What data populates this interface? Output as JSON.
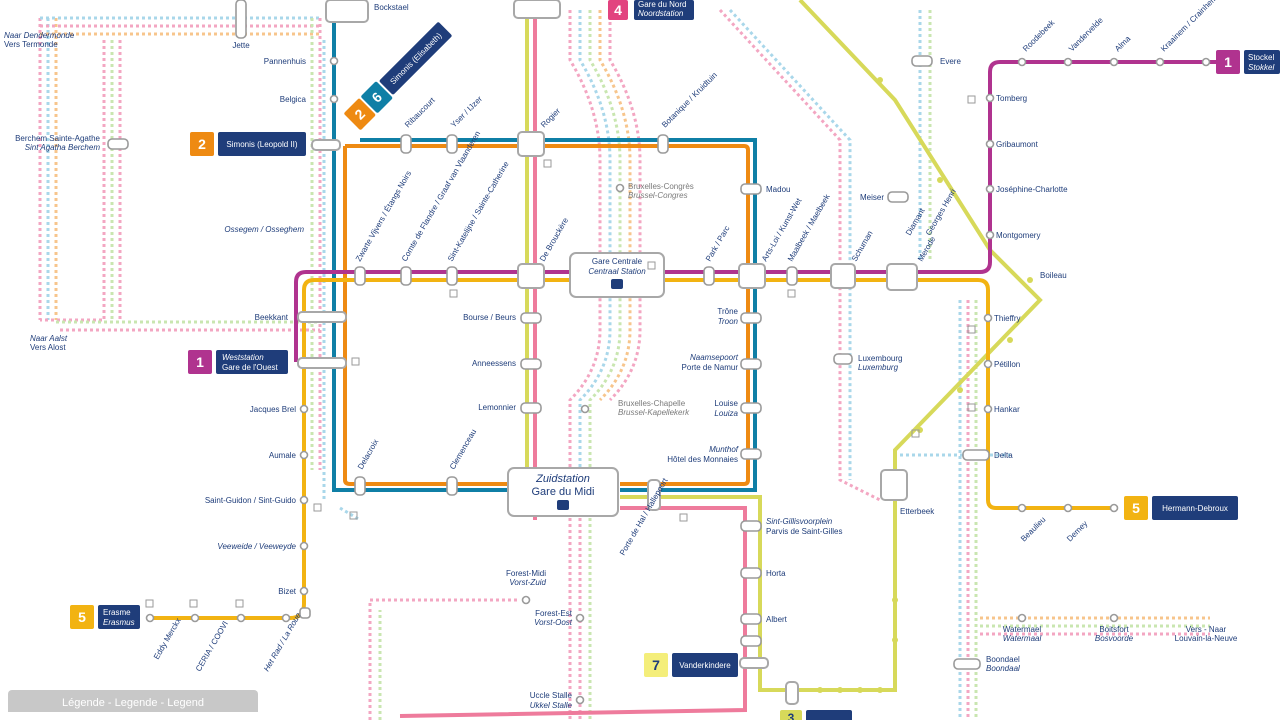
{
  "colors": {
    "line1": "#b0338f",
    "line2": "#ee8a12",
    "line5": "#f2b312",
    "line6": "#0f7fa6",
    "line3_4": "#ee7b9c",
    "tram": "#d7d95a",
    "terminus_bg": "#1f3d7a"
  },
  "icons": {
    "station": "station-marker",
    "rail": "train-icon",
    "accessible": "accessible-icon"
  },
  "badges": {
    "l1_west": "1",
    "l1_east": "1",
    "l2_simonis": "2",
    "l2_elisabeth": "2",
    "l6_elisabeth": "6",
    "l4_nord": "4",
    "l5_east": "5",
    "l5_west": "5",
    "l7": "7",
    "l3": "3"
  },
  "termini": {
    "simonis_leopold": "Simonis (Leopold II)",
    "simonis_elisabeth": "Simonis (Elisabeth)",
    "weststation_1": "Weststation",
    "weststation_2": "Gare de l'Ouest",
    "stockel_1": "Stockel",
    "stockel_2": "Stokkel",
    "hermann": "Hermann-Debroux",
    "erasme_1": "Erasme",
    "erasme_2": "Erasmus",
    "vanderkindere": "Vanderkindere",
    "gare_nord_1": "Gare du Nord",
    "gare_nord_2": "Noordstation"
  },
  "hubs": {
    "zuid_1": "Zuidstation",
    "zuid_2": "Gare du Midi",
    "centrale_1": "Gare Centrale",
    "centrale_2": "Centraal Station"
  },
  "stations": {
    "bockstael": "Bockstael",
    "jette": "Jette",
    "pannenhuis": "Pannenhuis",
    "belgica": "Belgica",
    "ribaucourt": "Ribaucourt",
    "yser": "Yser / IJzer",
    "rogier": "Rogier",
    "botanique": "Botanique / Kruidtuin",
    "madou": "Madou",
    "brux_congres_1": "Bruxelles-Congrès",
    "brux_congres_2": "Brussel-Congres",
    "ossegem": "Ossegem / Osseghem",
    "zwarte": "Zwarte Vijvers / Étangs Noirs",
    "comte": "Comte de Flandre / Graaf van Vlaanderen",
    "catherine": "Sint-Katelijne / Sainte-Catherine",
    "brouckere": "De Brouckère",
    "parc": "Park / Parc",
    "arts": "Arts-Loi / Kunst-Wet",
    "maelbeek": "Maalbeek / Maelbeek",
    "schuman": "Schuman",
    "meiser": "Meiser",
    "diamant": "Diamant",
    "merode": "Merode",
    "georges": "Georges Henri",
    "evere": "Evere",
    "beekkant": "Beekkant",
    "bourse": "Bourse / Beurs",
    "annessens": "Anneessens",
    "lemonnier": "Lemonnier",
    "trone_1": "Trône",
    "trone_2": "Troon",
    "naamse_1": "Naamsepoort",
    "naamse_2": "Porte de Namur",
    "louise_1": "Louise",
    "louise_2": "Louiza",
    "munt_1": "Munthof",
    "munt_2": "Hôtel des Monnaies",
    "brux_chap_1": "Bruxelles-Chapelle",
    "brux_chap_2": "Brussel-Kapellekerk",
    "jacques": "Jacques Brel",
    "aumale": "Aumale",
    "guidon": "Saint-Guidon / Sint-Guido",
    "veeweyde": "Veeweide / Veeweyde",
    "bizet": "Bizet",
    "delacroix": "Delacroix",
    "clemenceau": "Clemenceau",
    "halle": "Porte de Hal / Hallepoort",
    "forest_midi_1": "Forest-Midi",
    "forest_midi_2": "Vorst-Zuid",
    "forest_est_1": "Forest-Est",
    "forest_est_2": "Vorst-Oost",
    "uccle_1": "Uccle Stalle",
    "uccle_2": "Ukkel Stalle",
    "gilles_1": "Sint-Gillisvoorplein",
    "gilles_2": "Parvis de Saint-Gilles",
    "horta": "Horta",
    "albert": "Albert",
    "berchem_1": "Berchem Sainte-Agathe",
    "berchem_2": "Sint Agatha Berchem",
    "dendermonde_1": "Naar Dendermonde",
    "dendermonde_2": "Vers Termonde",
    "aalst_1": "Naar Aalst",
    "aalst_2": "Vers Alost",
    "tomberg": "Tomberg",
    "gribaumont": "Gribaumont",
    "josephine": "Joséphine-Charlotte",
    "montgomery": "Montgomery",
    "boileau": "Boileau",
    "thieffry": "Thieffry",
    "petillon": "Pétillon",
    "hankar": "Hankar",
    "delta": "Delta",
    "beaulieu": "Beaulieu",
    "demey": "Demey",
    "roodebeek": "Roodebeek",
    "vandervelde": "Vandervelde",
    "alma": "Alma",
    "crainhem": "Kraainem / Crainhem",
    "luxembourg_1": "Luxembourg",
    "luxembourg_2": "Luxemburg",
    "etterbeek": "Etterbeek",
    "watermael_1": "Watermael",
    "watermael_2": "Watermaal",
    "boitsfort_1": "Boitsfort",
    "boitsfort_2": "Bosvoorde",
    "louvain_1": "Vers - Naar",
    "louvain_2": "Louvain-la-Neuve",
    "boondael_1": "Boondael",
    "boondael_2": "Boondaal",
    "eddy": "Eddy Merckx",
    "ceria": "CERIA / COOVI",
    "roue": "Het Rad / La Roue"
  },
  "legend": {
    "title": "Légende - Legende - Legend"
  }
}
